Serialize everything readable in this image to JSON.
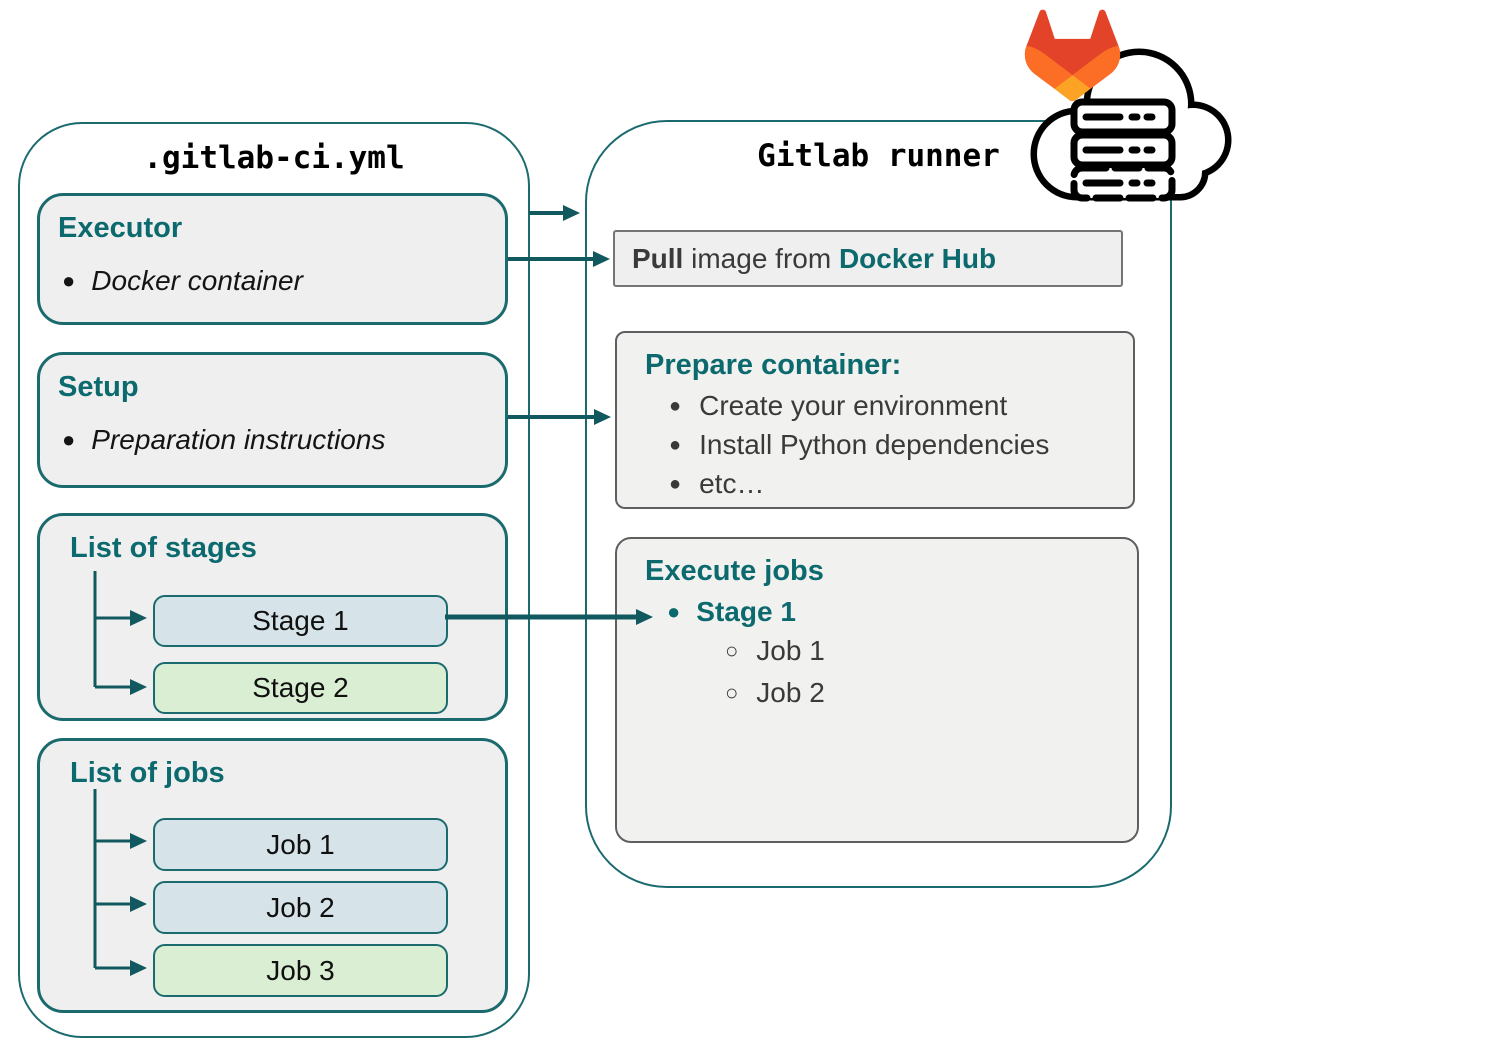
{
  "colors": {
    "teal_border": "#1b6b6e",
    "teal_heading": "#0c6a6e",
    "teal_arrow": "#11595f",
    "box_fill_grey": "#efefef",
    "box_fill_blue": "#d6e3e9",
    "box_fill_green": "#daeed3",
    "step_border_grey": "#5f5f5f",
    "body_text": "#3a3a3a",
    "gitlab_red": "#e24329",
    "gitlab_orange": "#fc6d26",
    "gitlab_amber": "#fca326"
  },
  "glyphs": {
    "bullet": "●",
    "bullet_hollow": "○"
  },
  "left_panel": {
    "title": ".gitlab-ci.yml",
    "executor": {
      "heading": "Executor",
      "bullet": "Docker container"
    },
    "setup": {
      "heading": "Setup",
      "bullet": "Preparation instructions"
    },
    "stages": {
      "heading": "List of stages",
      "items": [
        {
          "label": "Stage 1"
        },
        {
          "label": "Stage 2"
        }
      ]
    },
    "jobs": {
      "heading": "List of jobs",
      "items": [
        {
          "label": "Job 1"
        },
        {
          "label": "Job 2"
        },
        {
          "label": "Job 3"
        }
      ]
    }
  },
  "right_panel": {
    "title": "Gitlab runner",
    "pull_step": {
      "verb": "Pull",
      "middle": " image from ",
      "source": "Docker Hub"
    },
    "prepare_step": {
      "heading": "Prepare container:",
      "bullets": [
        "Create your environment",
        "Install Python dependencies",
        "etc…"
      ]
    },
    "execute_step": {
      "heading": "Execute jobs",
      "stage": "Stage 1",
      "jobs": [
        "Job 1",
        "Job 2"
      ]
    }
  },
  "icons": {
    "tanuki": "gitlab-tanuki-icon",
    "cloud": "cloud-icon",
    "server": "server-rack-icon"
  }
}
